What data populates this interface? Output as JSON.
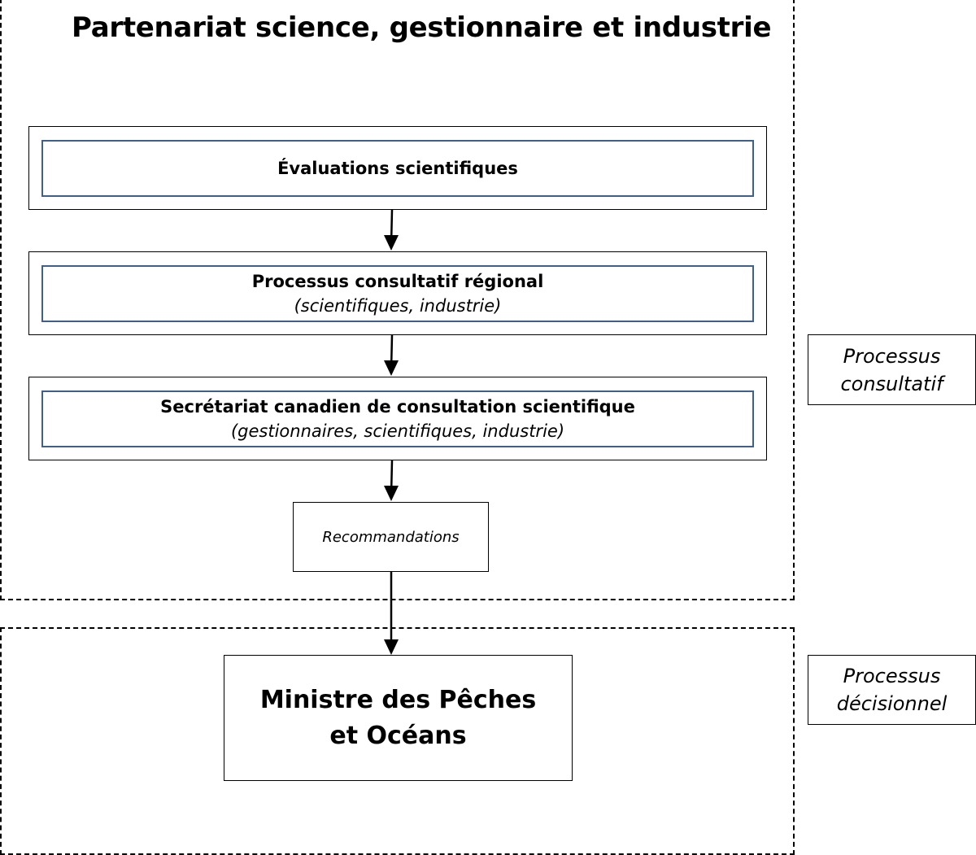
{
  "title": "Partenariat science, gestionnaire et industrie",
  "boxes": {
    "evaluations": {
      "label": "Évaluations scientifiques"
    },
    "regional": {
      "label": "Processus consultatif régional",
      "participants": "(scientifiques, industrie)"
    },
    "secretariat": {
      "label": "Secrétariat canadien de consultation scientifique",
      "participants": "(gestionnaires, scientifiques, industrie)"
    },
    "recommandations": {
      "label": "Recommandations"
    },
    "ministre": {
      "line1": "Ministre des Pêches",
      "line2": "et Océans"
    }
  },
  "side_labels": {
    "consultatif": {
      "line1": "Processus",
      "line2": "consultatif"
    },
    "decisionnel": {
      "line1": "Processus",
      "line2": "décisionnel"
    }
  },
  "colors": {
    "inner_border": "#3f5f8f",
    "line": "#000000"
  }
}
